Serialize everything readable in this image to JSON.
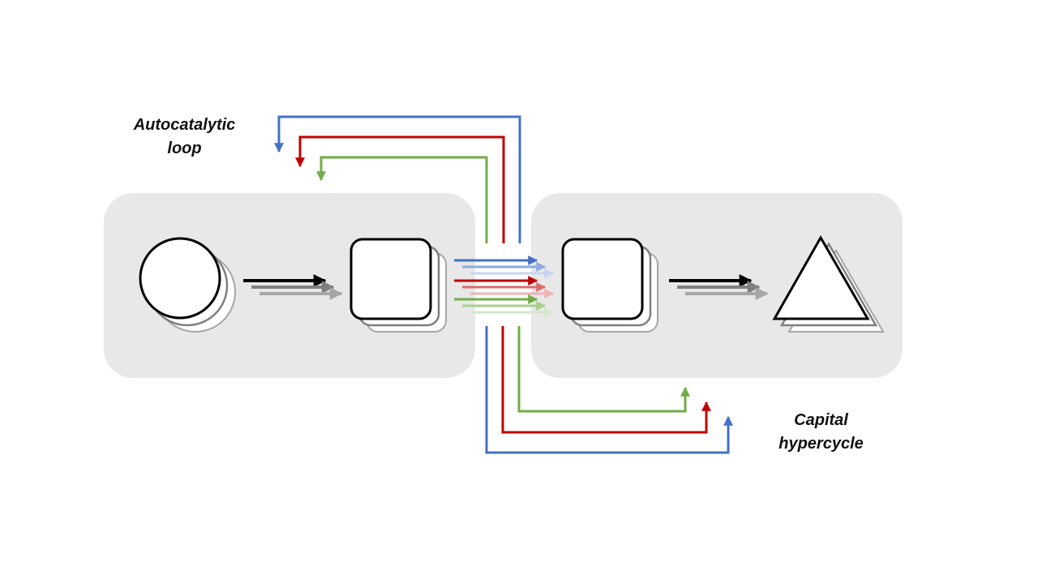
{
  "labels": {
    "autocatalytic_line1": "Autocatalytic",
    "autocatalytic_line2": "loop",
    "capital_line1": "Capital",
    "capital_line2": "hypercycle"
  },
  "colors": {
    "panel": "#e8e8e8",
    "blue": "#4472c4",
    "red": "#c00000",
    "green": "#70ad47",
    "black": "#000000",
    "dark_gray": "#7f7f7f",
    "light_gray": "#a6a6a6"
  },
  "icons": [
    "circle-stack",
    "rounded-square-stack",
    "rounded-square-stack",
    "triangle-stack"
  ]
}
